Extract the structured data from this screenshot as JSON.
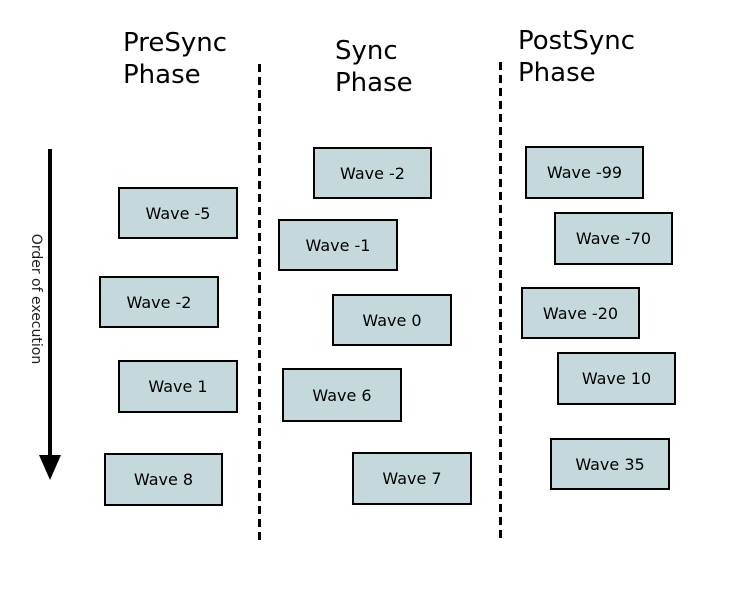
{
  "diagram": {
    "order_label": "Order of execution",
    "colors": {
      "background": "#ffffff",
      "box_fill": "#c5d8dc",
      "box_border": "#000000",
      "box_text": "#000000",
      "title_text": "#000000",
      "divider": "#000000",
      "arrow": "#000000",
      "order_label_text": "#1f1f1f"
    },
    "phases": [
      {
        "title": "PreSync\nPhase",
        "waves": [
          {
            "label": "Wave -5"
          },
          {
            "label": "Wave -2"
          },
          {
            "label": "Wave 1"
          },
          {
            "label": "Wave 8"
          }
        ]
      },
      {
        "title": "Sync\nPhase",
        "waves": [
          {
            "label": "Wave -2"
          },
          {
            "label": "Wave -1"
          },
          {
            "label": "Wave 0"
          },
          {
            "label": "Wave 6"
          },
          {
            "label": "Wave 7"
          }
        ]
      },
      {
        "title": "PostSync\nPhase",
        "waves": [
          {
            "label": "Wave -99"
          },
          {
            "label": "Wave -70"
          },
          {
            "label": "Wave -20"
          },
          {
            "label": "Wave 10"
          },
          {
            "label": "Wave 35"
          }
        ]
      }
    ]
  }
}
